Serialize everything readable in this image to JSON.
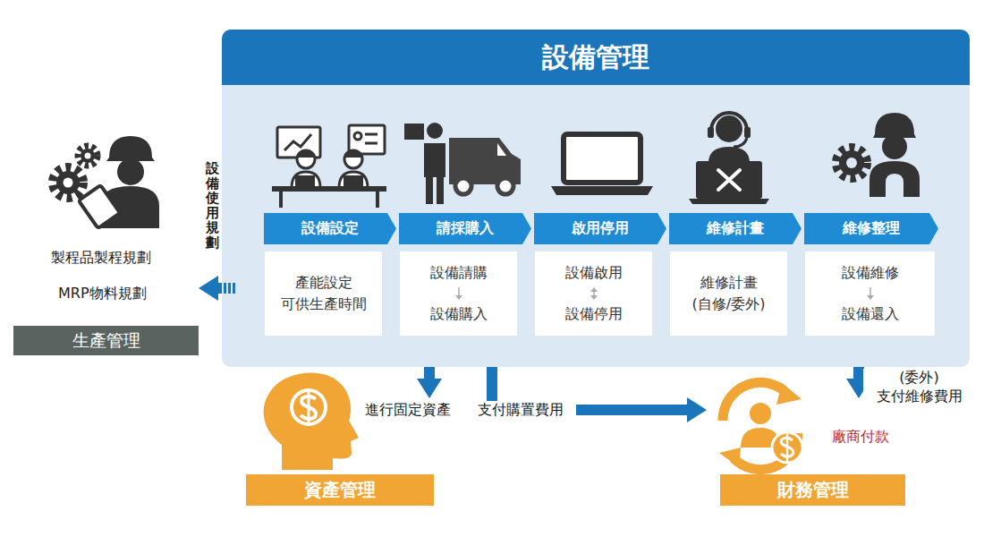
{
  "diagram": {
    "nodes": [
      {
        "text": [
          "設備管理"
        ]
      },
      {
        "text": [
          "設備設定",
          "產能設定 可供生產時間"
        ],
        "in": 0
      },
      {
        "text": [
          "請採購入",
          "設備請購",
          "設備購入"
        ],
        "in": 0
      },
      {
        "text": [
          "啟用停用",
          "設備啟用",
          "設備停用"
        ],
        "in": 0
      },
      {
        "text": [
          "維修計畫",
          "維修計畫 (自修/委外)"
        ],
        "in": 0
      },
      {
        "text": [
          "維修整理",
          "設備維修",
          "設備還入"
        ],
        "in": 0
      },
      {
        "text": [
          "製程品製程規劃",
          "MRP物料規劃",
          "生產管理"
        ]
      },
      {
        "text": [
          "資產管理"
        ]
      },
      {
        "text": [
          "財務管理"
        ]
      }
    ],
    "edges": [
      {
        "from": 0,
        "to": 6,
        "label": "設備使用規劃",
        "arrow": "to"
      },
      {
        "from": 2,
        "to": 7,
        "label": "進行固定資產",
        "arrow": "to"
      },
      {
        "from": 2,
        "to": 8,
        "label": "支付購置費用",
        "arrow": "to"
      },
      {
        "from": 5,
        "to": 8,
        "label": "(委外) 支付維修費用",
        "arrow": "to"
      }
    ],
    "labels": [
      "廠商付款"
    ]
  }
}
